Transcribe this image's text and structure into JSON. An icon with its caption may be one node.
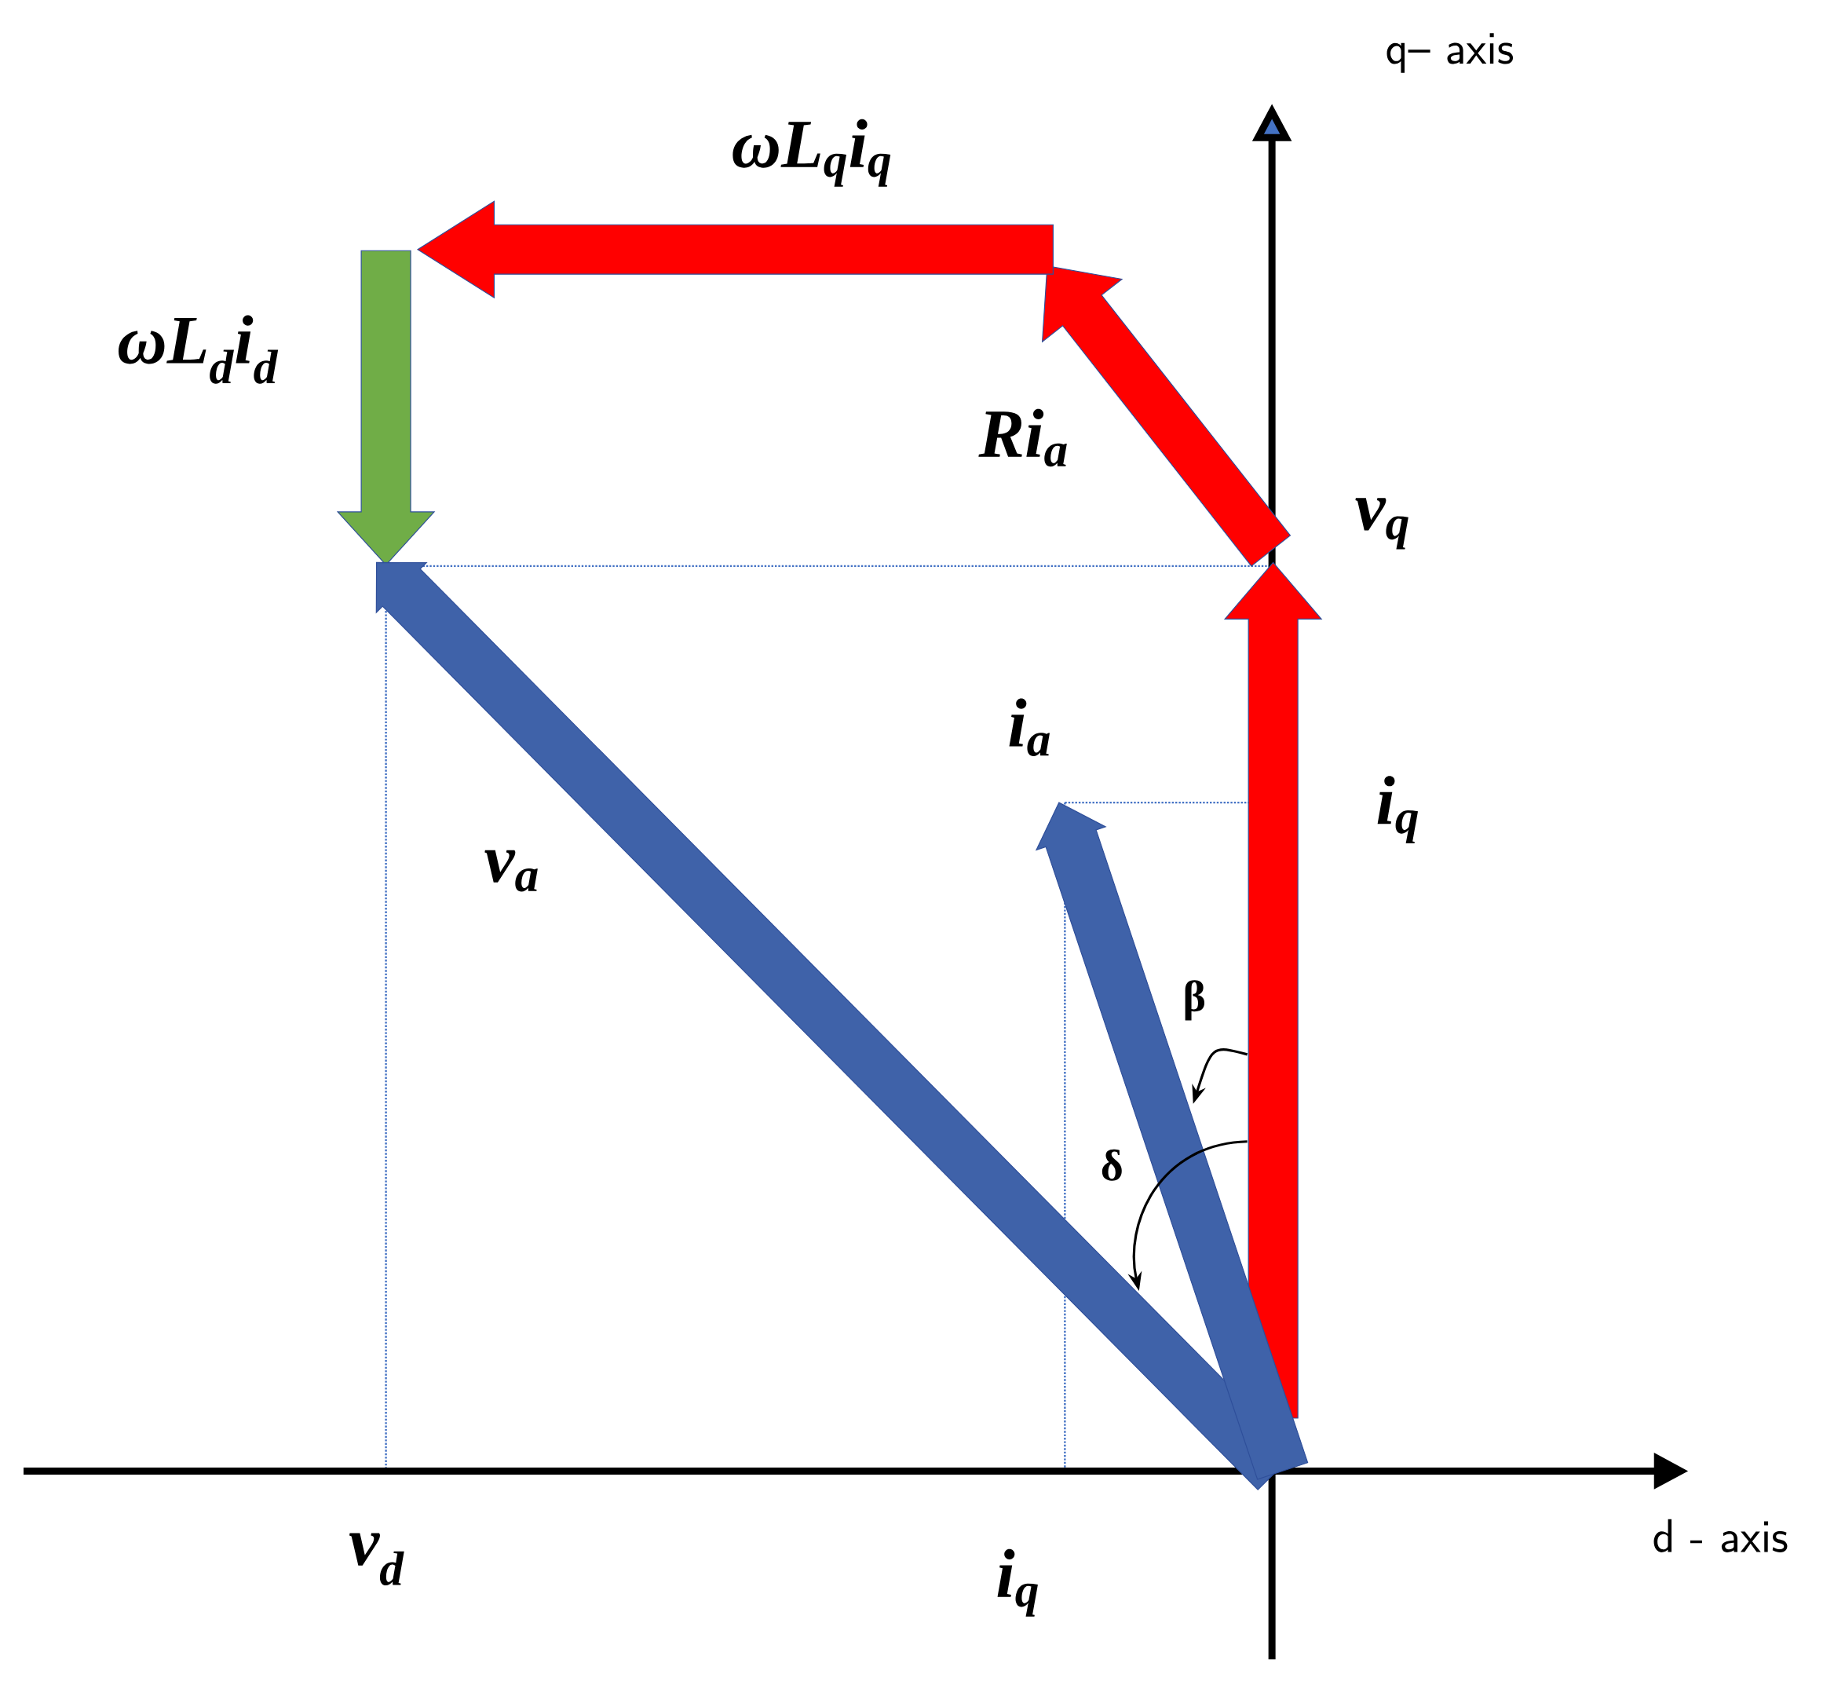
{
  "diagram": {
    "labels": [
      "q– axis",
      "ωL$_{q}$i$_{q}$",
      "ωL$_{d}$i$_{d}$",
      "Ri$_{a}$",
      "v$_{q}$",
      "i$_{a}$",
      "i$_{q}$",
      "v$_{a}$",
      "β",
      "δ",
      "d - axis",
      "v$_{d}$",
      "i$_{q}$"
    ]
  }
}
